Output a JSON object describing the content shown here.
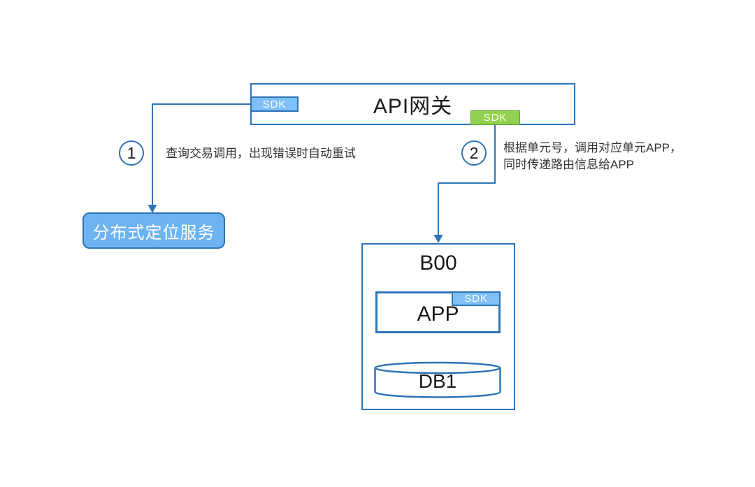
{
  "page": {
    "background": "#ffffff"
  },
  "colors": {
    "box_border_blue": "#2E74B5",
    "connector_blue": "#2E74B5",
    "sdk_light_blue": "#7EC0F7",
    "sdk_green": "#92D050",
    "service_fill_blue": "#6DB3F2",
    "note_text": "#333333",
    "label_text": "#1a1a1a"
  },
  "gateway": {
    "title": "API网关",
    "sdk_left": "SDK",
    "sdk_right": "SDK"
  },
  "steps": {
    "step1": {
      "number": "1",
      "text": "查询交易调用，出现错误时自动重试"
    },
    "step2": {
      "number": "2",
      "text_line1": "根据单元号，调用对应单元APP，",
      "text_line2": "同时传递路由信息给APP"
    }
  },
  "location_service": {
    "label": "分布式定位服务"
  },
  "unit": {
    "title": "B00",
    "app": {
      "label": "APP",
      "sdk": "SDK"
    },
    "database": {
      "label": "DB1"
    }
  }
}
